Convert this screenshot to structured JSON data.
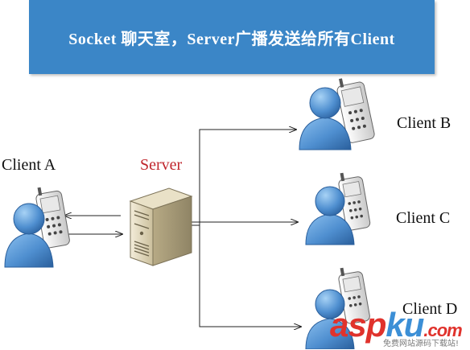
{
  "banner": {
    "title": "Socket 聊天室，Server广播发送给所有Client"
  },
  "nodes": {
    "client_a": "Client A",
    "server": "Server",
    "client_b": "Client B",
    "client_c": "Client C",
    "client_d": "Client D"
  },
  "watermark": {
    "part1": "asp",
    "part2": "ku",
    "part3": ".com",
    "subtitle": "免费网站源码下载站!"
  },
  "colors": {
    "banner": "#3b86c7",
    "server_label": "#c0262d",
    "person": "#4f8fd0",
    "watermark_red": "#e0322c",
    "watermark_blue": "#3c8fd6"
  }
}
